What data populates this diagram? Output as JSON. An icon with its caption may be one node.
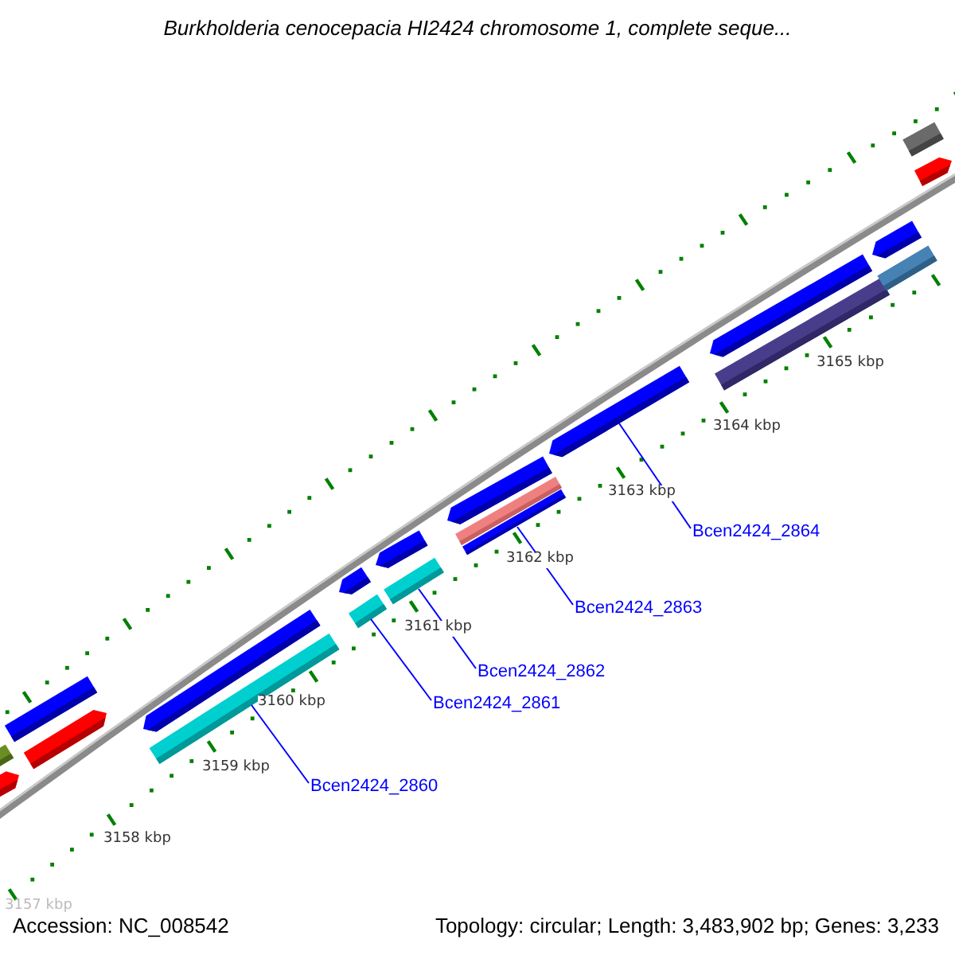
{
  "diagram": {
    "title": "Burkholderia cenocepacia HI2424 chromosome 1, complete seque...",
    "nodes": [
      {
        "text": [],
        "shape": "arrow"
      },
      {
        "text": [],
        "shape": "bar"
      },
      {
        "text": [],
        "shape": "bar"
      },
      {
        "text": [],
        "shape": "arrow"
      },
      {
        "text": [],
        "shape": "arrow"
      },
      {
        "text": [],
        "shape": "bar"
      },
      {
        "text": [],
        "shape": "arrow"
      },
      {
        "text": [],
        "shape": "bar"
      },
      {
        "text": [],
        "shape": "arrow"
      },
      {
        "text": [],
        "shape": "bar"
      },
      {
        "text": [],
        "shape": "arrow"
      },
      {
        "text": [],
        "shape": "bar"
      },
      {
        "text": [],
        "shape": "bar"
      },
      {
        "text": [],
        "shape": "arrow"
      },
      {
        "text": [],
        "shape": "arrow"
      },
      {
        "text": [],
        "shape": "bar"
      },
      {
        "text": [],
        "shape": "arrow"
      },
      {
        "text": [],
        "shape": "bar"
      },
      {
        "text": [],
        "shape": "bar"
      },
      {
        "text": [],
        "shape": "arrow"
      },
      {
        "text": [
          "Bcen2424_2860"
        ]
      },
      {
        "text": [
          "Bcen2424_2861"
        ]
      },
      {
        "text": [
          "Bcen2424_2862"
        ]
      },
      {
        "text": [
          "Bcen2424_2863"
        ]
      },
      {
        "text": [
          "Bcen2424_2864"
        ]
      }
    ],
    "edges": [
      {
        "from": 20,
        "to": 5,
        "arrow": "none"
      },
      {
        "from": 21,
        "to": 7,
        "arrow": "none"
      },
      {
        "from": 22,
        "to": 9,
        "arrow": "none"
      },
      {
        "from": 23,
        "to": 12,
        "arrow": "none"
      },
      {
        "from": 24,
        "to": 13,
        "arrow": "none"
      }
    ],
    "labels": [
      "3157 kbp",
      "3158 kbp",
      "3159 kbp",
      "3160 kbp",
      "3161 kbp",
      "3162 kbp",
      "3163 kbp",
      "3164 kbp",
      "3165 kbp",
      "Accession: NC_008542",
      "Topology: circular; Length: 3,483,902 bp; Genes: 3,233"
    ]
  }
}
